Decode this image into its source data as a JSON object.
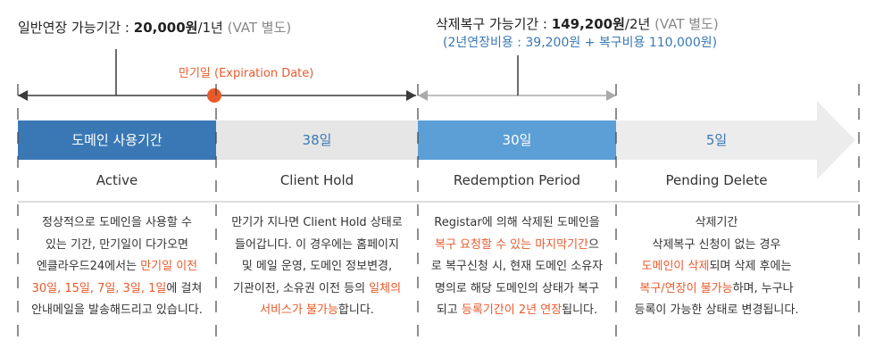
{
  "header_left": {
    "label": "일반연장 가능기간 : ",
    "price": "20,000원",
    "unit": "/1년",
    "vat": " (VAT 별도)"
  },
  "header_right": {
    "label": "삭제복구 가능기간 : ",
    "price": "149,200원",
    "unit": "/2년",
    "vat": " (VAT 별도)",
    "breakdown": "(2년연장비용 : 39,200원 + 복구비용 110,000원)"
  },
  "expiration_label": "만기일 (Expiration Date)",
  "segments": [
    {
      "bar_text": "도메인 사용기간",
      "status": "Active",
      "desc_lines": [
        [
          {
            "t": "정상적으로 도메인을 사용할 수"
          }
        ],
        [
          {
            "t": "있는 기간, 만기일이 다가오면"
          }
        ],
        [
          {
            "t": "엔클라우드24에서는 "
          },
          {
            "t": "만기일 이전",
            "hl": true
          }
        ],
        [
          {
            "t": "30일, 15일, 7일, 3일, 1일",
            "hl": true
          },
          {
            "t": "에 걸쳐"
          }
        ],
        [
          {
            "t": "안내메일을 발송해드리고 있습니다."
          }
        ]
      ]
    },
    {
      "bar_text": "38일",
      "status": "Client Hold",
      "desc_lines": [
        [
          {
            "t": "만기가 지나면 Client Hold 상태로"
          }
        ],
        [
          {
            "t": "들어갑니다. 이 경우에는 홈페이지"
          }
        ],
        [
          {
            "t": "및 메일 운영, 도메인 정보변경,"
          }
        ],
        [
          {
            "t": "기관이전, 소유권 이전 등의 "
          },
          {
            "t": "일체의",
            "hl": true
          }
        ],
        [
          {
            "t": "서비스가 불가능",
            "hl": true
          },
          {
            "t": "합니다."
          }
        ]
      ]
    },
    {
      "bar_text": "30일",
      "status": "Redemption Period",
      "desc_lines": [
        [
          {
            "t": "Registar에 의해 삭제된 도메인을"
          }
        ],
        [
          {
            "t": "복구 요청할 수 있는 마지막기간",
            "hl": true
          },
          {
            "t": "으"
          }
        ],
        [
          {
            "t": "로 복구신청 시, 현재 도메인 소유자"
          }
        ],
        [
          {
            "t": "명의로 해당 도메인의 상태가 복구"
          }
        ],
        [
          {
            "t": "되고 "
          },
          {
            "t": "등록기간이 2년 연장",
            "hl": true
          },
          {
            "t": "됩니다."
          }
        ]
      ]
    },
    {
      "bar_text": "5일",
      "status": "Pending Delete",
      "desc_lines": [
        [
          {
            "t": "삭제기간"
          }
        ],
        [
          {
            "t": "삭제복구 신청이 없는 경우"
          }
        ],
        [
          {
            "t": "도메인이 삭제",
            "hl": true
          },
          {
            "t": "되며 삭제 후에는"
          }
        ],
        [
          {
            "t": "복구/연장이 불가능",
            "hl": true
          },
          {
            "t": "하며, 누구나"
          }
        ],
        [
          {
            "t": "등록이 가능한 상태로 변경됩니다."
          }
        ]
      ]
    }
  ],
  "colors": {
    "active_bar": "#3a78b5",
    "hold_bar": "#e6e6e6",
    "redemption_bar": "#5b9fd6",
    "pending_bar": "#ececec",
    "highlight": "#e95a2b",
    "blue_text": "#3a78b5"
  }
}
